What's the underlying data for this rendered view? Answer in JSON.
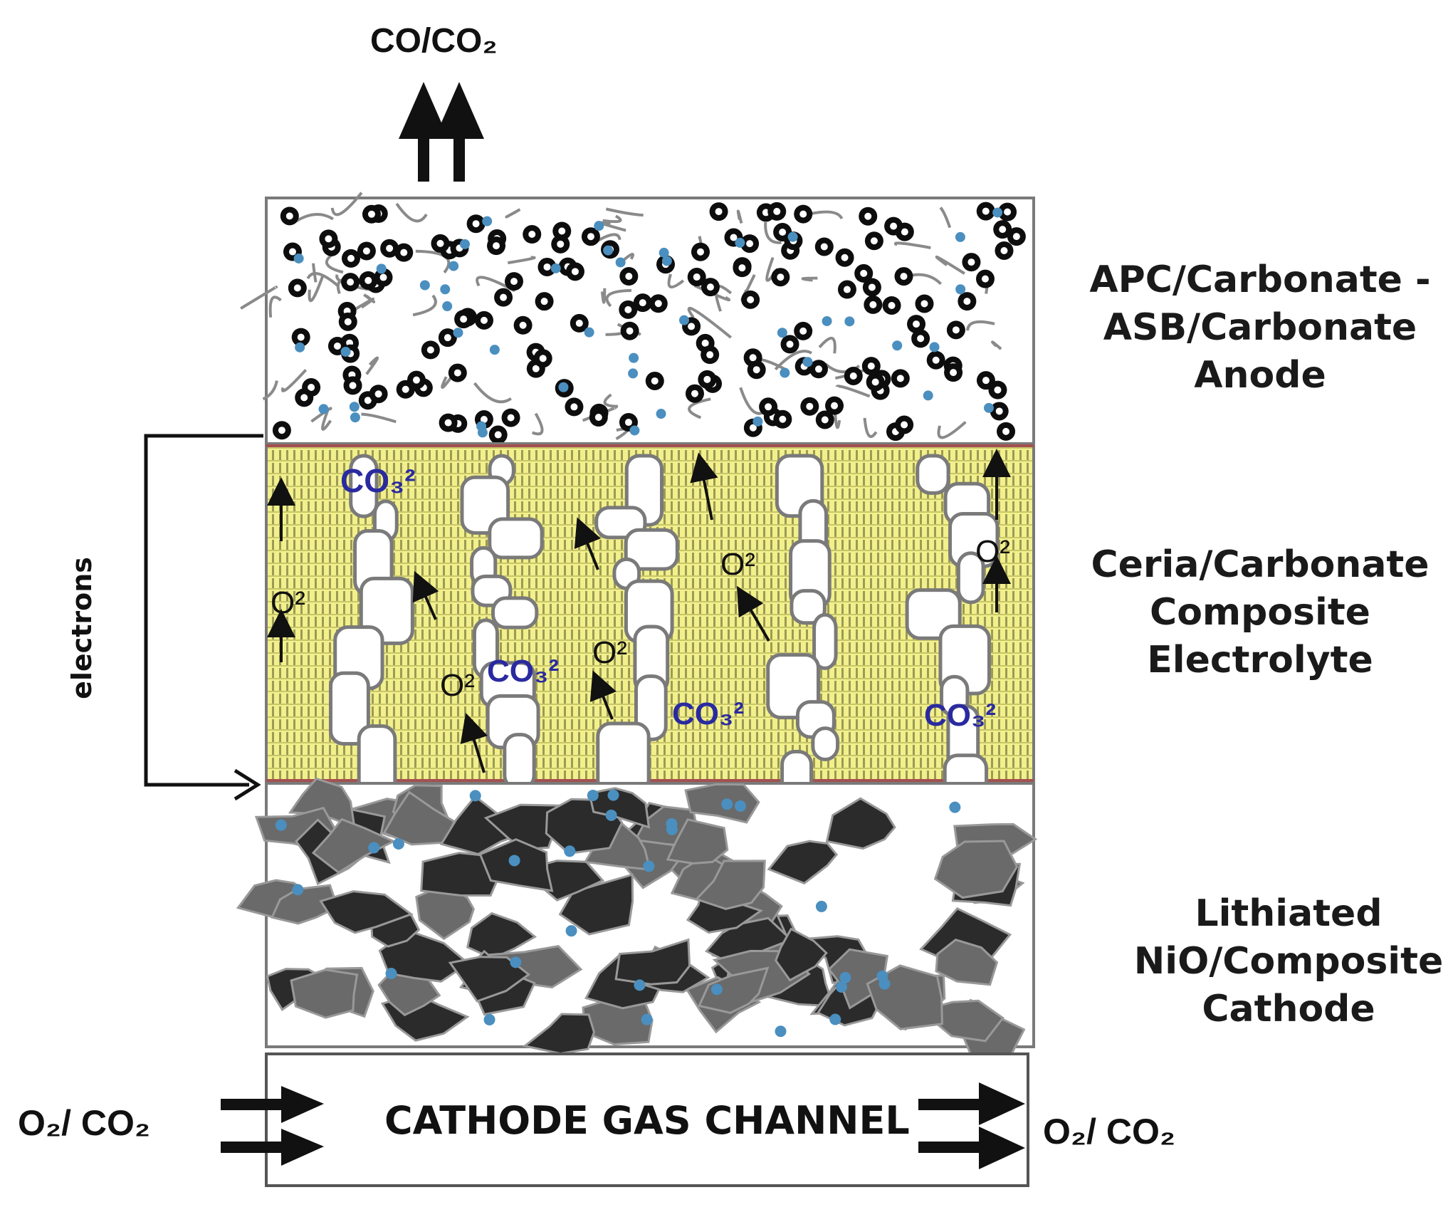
{
  "top_gas": {
    "label": "CO/CO₂"
  },
  "layers": {
    "anode": {
      "lines": [
        "APC/Carbonate -",
        "ASB/Carbonate",
        "Anode"
      ]
    },
    "electrolyte": {
      "lines": [
        "Ceria/Carbonate",
        "Composite",
        "Electrolyte"
      ]
    },
    "cathode": {
      "lines": [
        "Lithiated",
        "NiO/Composite",
        "Cathode"
      ]
    }
  },
  "electrons_label": "electrons",
  "channel": {
    "label": "CATHODE GAS CHANNEL",
    "inlet_label": "O₂/ CO₂",
    "outlet_label": "O₂/ CO₂"
  },
  "ions": {
    "oxide": "O²",
    "carbonate": "CO₃²"
  },
  "colors": {
    "electrolyte_fill": "#f2f08c",
    "electrolyte_hatch": "#9c9a55",
    "ion_text": "#2a2aa0",
    "particle_black": "#0d0d0d",
    "particle_blue": "#4a8fbf",
    "cathode_dark": "#2b2b2b",
    "cathode_mid": "#6a6a6a",
    "frame": "#7a7a7a"
  }
}
